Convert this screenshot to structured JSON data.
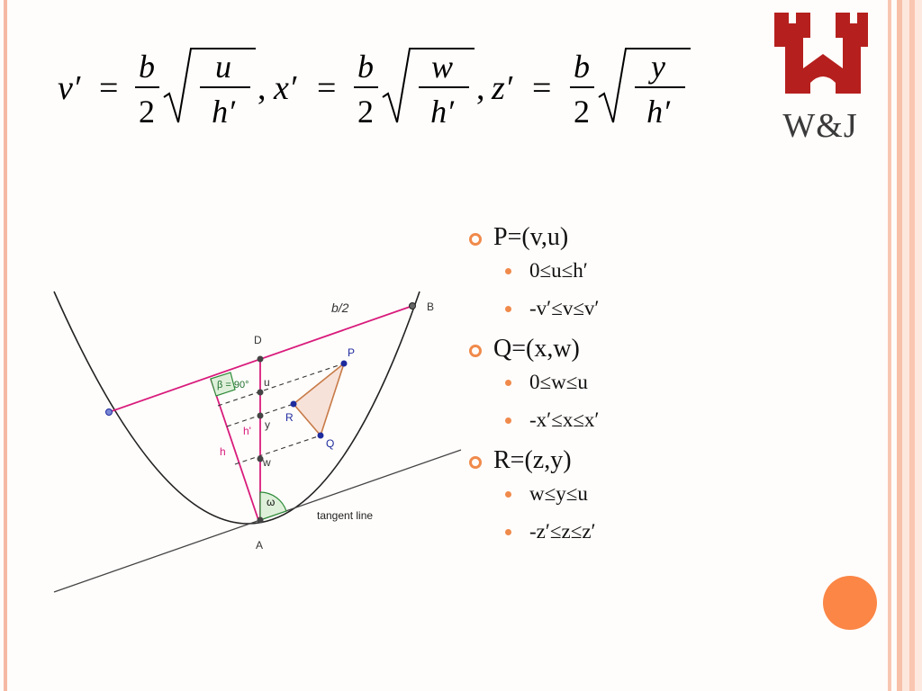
{
  "formula": {
    "parts": [
      {
        "lhs": "v′",
        "num": "b",
        "den": "2",
        "rad_num": "u",
        "rad_den": "h′"
      },
      {
        "lhs": "x′",
        "num": "b",
        "den": "2",
        "rad_num": "w",
        "rad_den": "h′"
      },
      {
        "lhs": "z′",
        "num": "b",
        "den": "2",
        "rad_num": "y",
        "rad_den": "h′"
      }
    ]
  },
  "logo": {
    "text": "W&J",
    "color": "#b5201e"
  },
  "diagram": {
    "labels": {
      "b_half": "b/2",
      "B": "B",
      "D": "D",
      "P": "P",
      "u": "u",
      "R": "R",
      "y": "y",
      "h_prime": "h'",
      "h": "h",
      "Q": "Q",
      "w": "w",
      "omega": "ω",
      "tangent": "tangent line",
      "A": "A",
      "beta": "β = 90°"
    },
    "colors": {
      "magenta": "#d81b7c",
      "brown": "#c77a47",
      "green": "#2e8b3a",
      "point": "#1f2c9e"
    }
  },
  "bullets": [
    {
      "label": "P=(v,u)",
      "sub": [
        "0≤u≤h′",
        "-v′≤v≤v′"
      ]
    },
    {
      "label": "Q=(x,w)",
      "sub": [
        "0≤w≤u",
        "-x′≤x≤x′"
      ]
    },
    {
      "label": "R=(z,y)",
      "sub": [
        "w≤y≤u",
        "-z′≤z≤z′"
      ]
    }
  ],
  "theme": {
    "accent": "#f08a4b",
    "orange_circle": "#fb8646"
  }
}
